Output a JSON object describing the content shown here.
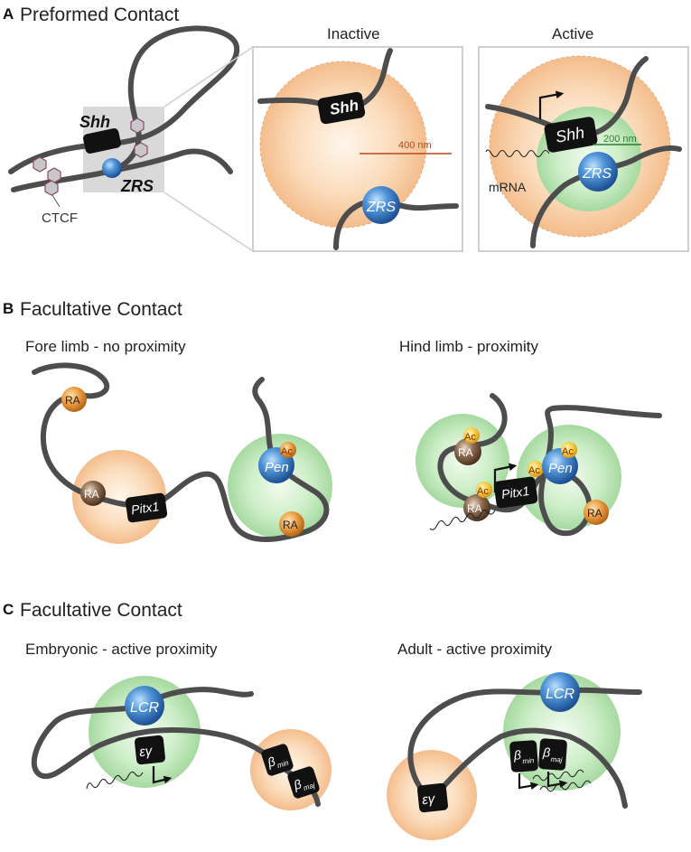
{
  "panel_a": {
    "letter": "A",
    "title": "Preformed Contact",
    "labels": {
      "shh": "Shh",
      "zrs": "ZRS",
      "ctcf": "CTCF",
      "inactive": "Inactive",
      "active": "Active",
      "scale_400": "400 nm",
      "scale_200": "200 nm",
      "mrna": "mRNA"
    }
  },
  "panel_b": {
    "letter": "B",
    "title": "Facultative Contact",
    "left_title": "Fore limb - no proximity",
    "right_title": "Hind limb - proximity",
    "labels": {
      "ra": "RA",
      "pitx1": "Pitx1",
      "pen": "Pen",
      "ac": "Ac"
    }
  },
  "panel_c": {
    "letter": "C",
    "title": "Facultative Contact",
    "left_title": "Embryonic - active proximity",
    "right_title": "Adult - active proximity",
    "labels": {
      "lcr": "LCR",
      "eg": "εγ",
      "beta": "β",
      "min": "min",
      "maj": "maj"
    }
  },
  "colors": {
    "chromatin": "#4d4d4d",
    "peach_domain": "#f7c697",
    "green_domain": "#b7e3b3",
    "gene_box": "#111111",
    "blue_element": "#3a7cc4",
    "ra_orange": "#e89a3c",
    "ra_brown": "#7a5a3e",
    "acetyl": "#f3c23a",
    "scale_red": "#b5491c",
    "scale_green": "#2e7d32"
  }
}
